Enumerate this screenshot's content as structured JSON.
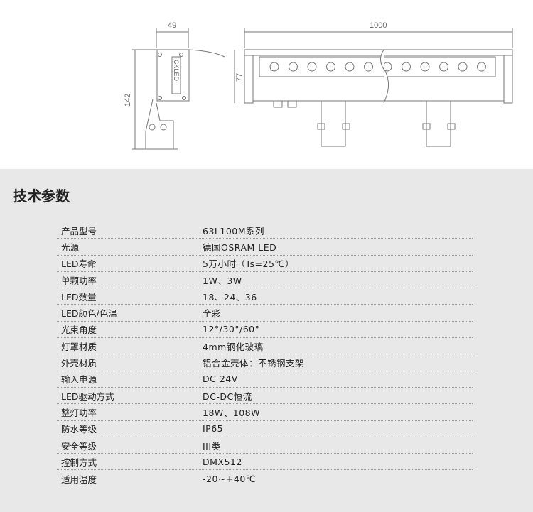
{
  "drawing": {
    "dim_width_side": "49",
    "dim_length": "1000",
    "dim_height_front": "77",
    "dim_height_side": "142",
    "logo": "CKLED"
  },
  "title": "技术参数",
  "specs": [
    {
      "label": "产品型号",
      "value": "63L100M系列"
    },
    {
      "label": "光源",
      "value": "德国OSRAM LED"
    },
    {
      "label": "LED寿命",
      "value": "5万小时（Ts=25℃）"
    },
    {
      "label": "单颗功率",
      "value": "1W、3W"
    },
    {
      "label": "LED数量",
      "value": "18、24、36"
    },
    {
      "label": "LED颜色/色温",
      "value": "全彩"
    },
    {
      "label": "光束角度",
      "value": "12°/30°/60°"
    },
    {
      "label": "灯罩材质",
      "value": "4mm钢化玻璃"
    },
    {
      "label": "外壳材质",
      "value": "铝合金壳体：不锈钢支架"
    },
    {
      "label": "输入电源",
      "value": "DC 24V"
    },
    {
      "label": "LED驱动方式",
      "value": "DC-DC恒流"
    },
    {
      "label": "整灯功率",
      "value": "18W、108W"
    },
    {
      "label": "防水等级",
      "value": "IP65"
    },
    {
      "label": "安全等级",
      "value": "III类"
    },
    {
      "label": "控制方式",
      "value": "DMX512"
    },
    {
      "label": "适用温度",
      "value": "-20~+40℃"
    }
  ]
}
